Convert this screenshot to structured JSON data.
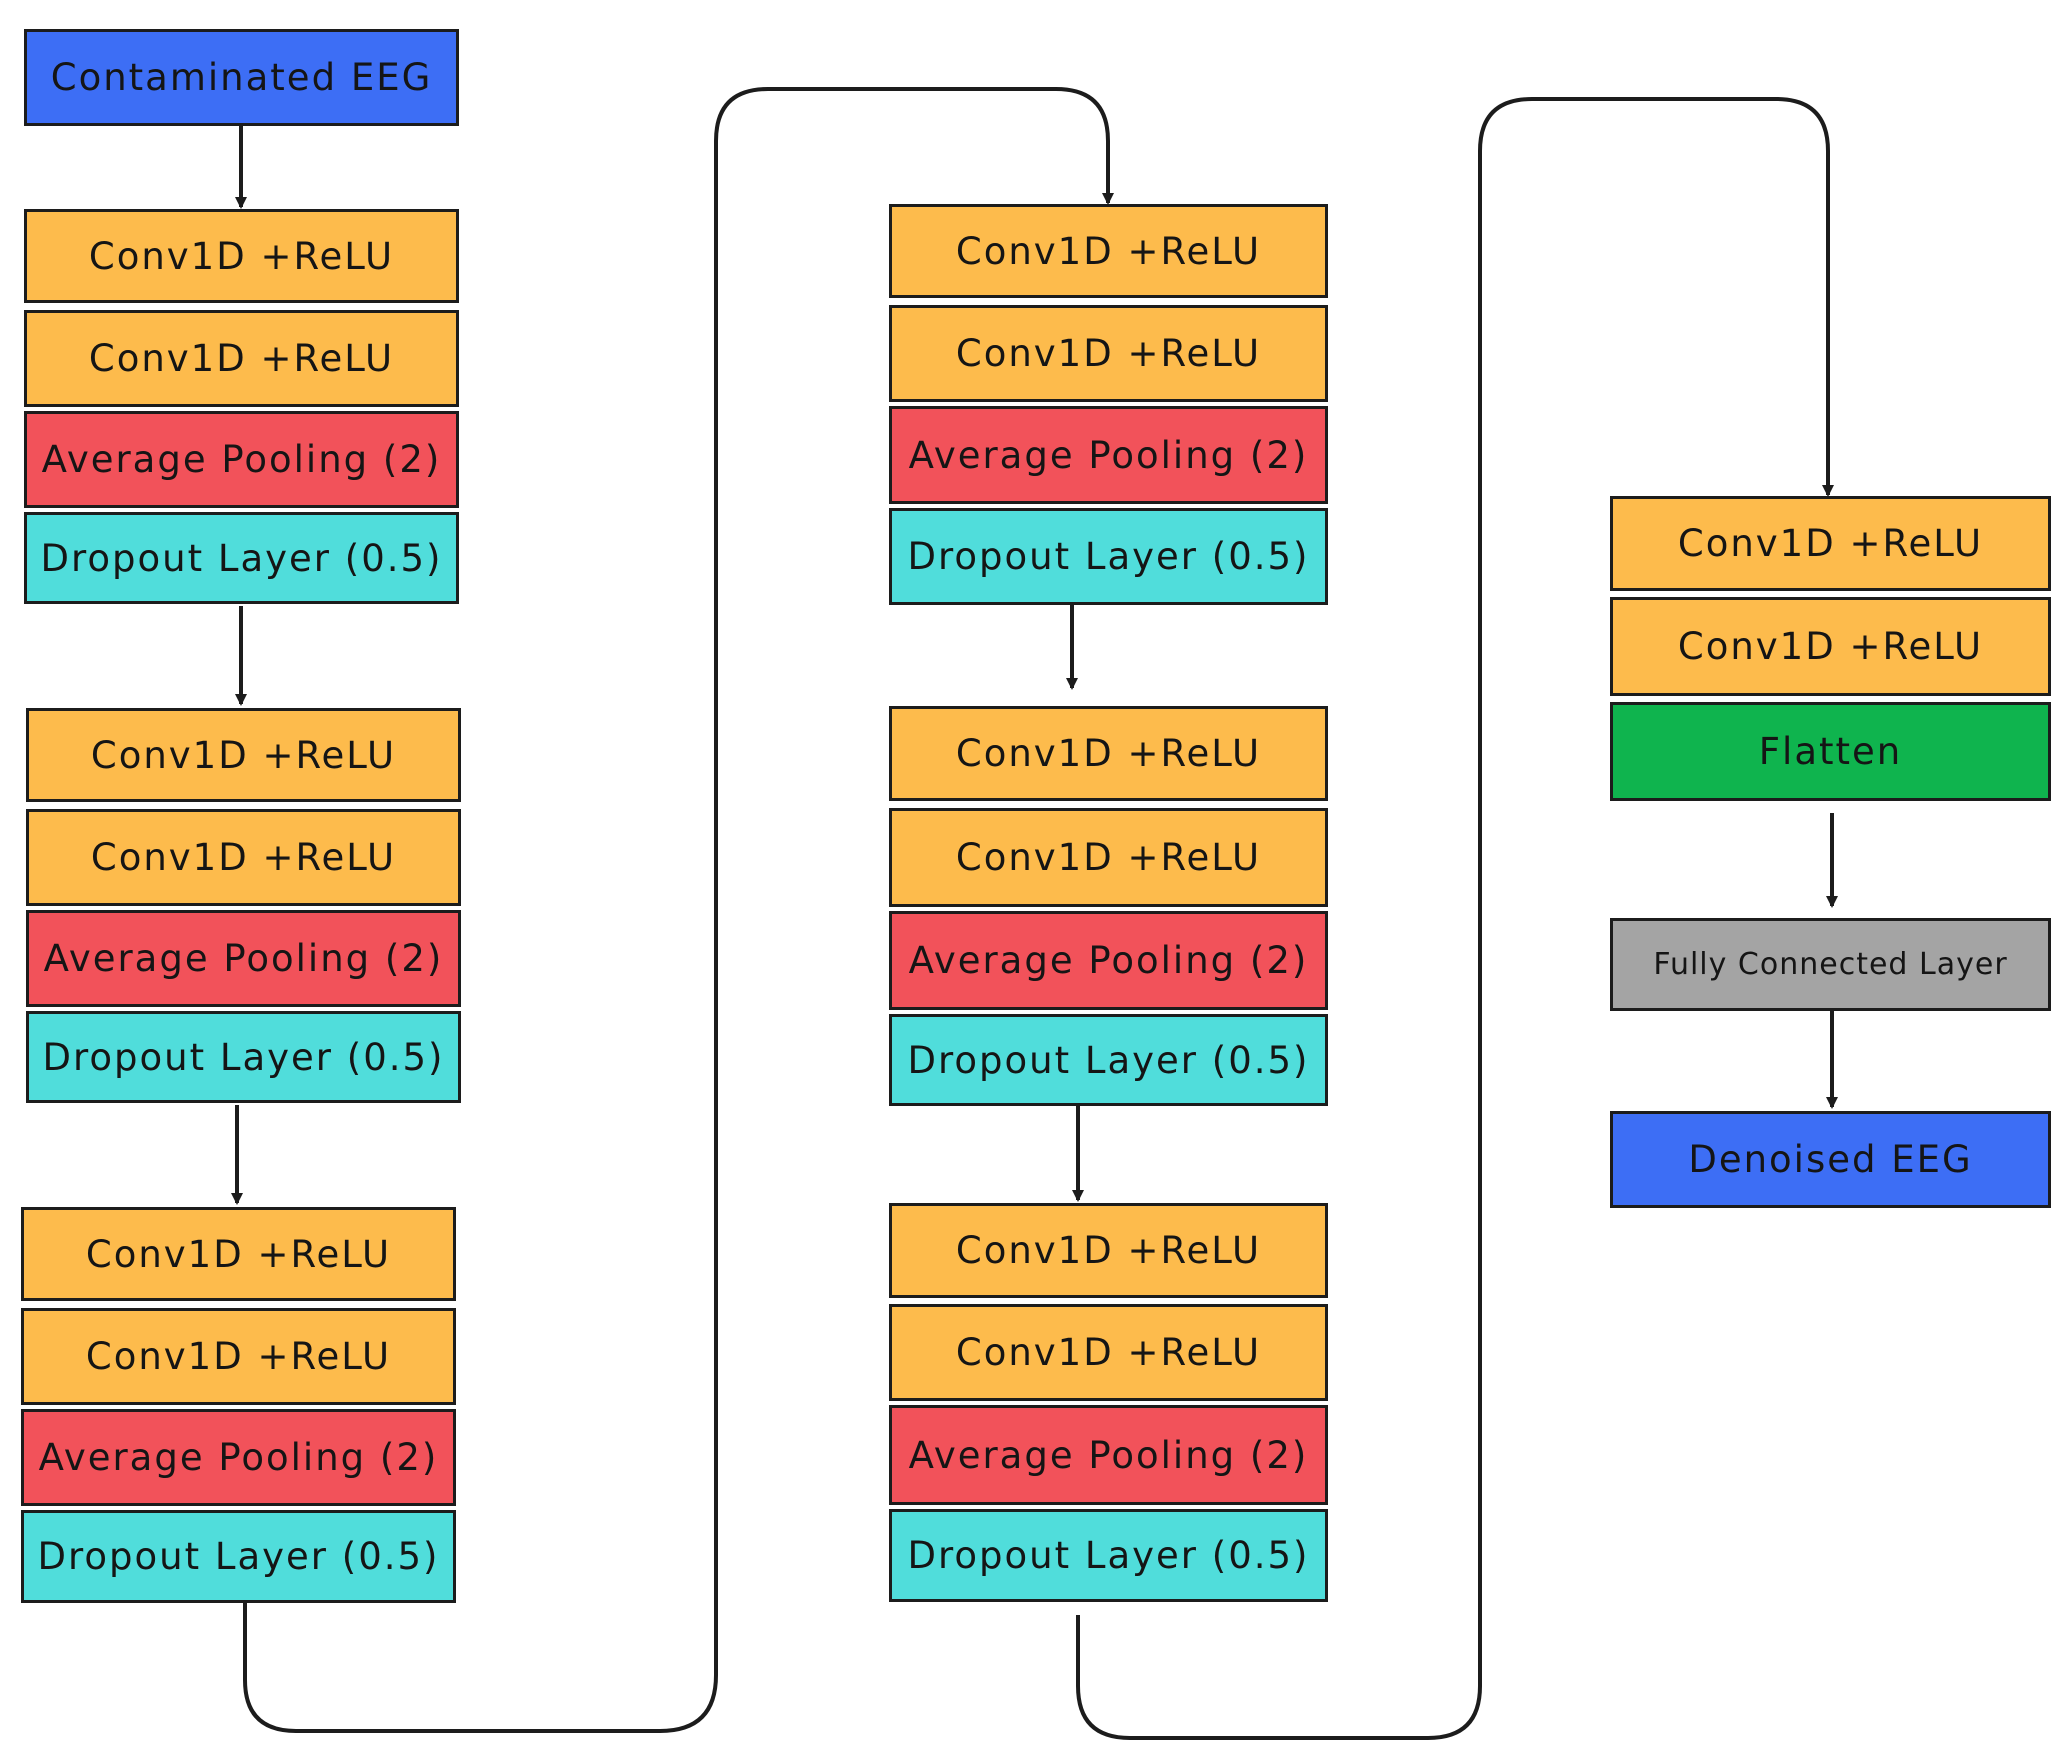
{
  "colors": {
    "io": "#3d6ef5",
    "conv": "#fdbb4c",
    "pool": "#f2525a",
    "dropout": "#50dddb",
    "flatten": "#0fb44e",
    "fc": "#a4a4a4",
    "line": "#1c1c1c"
  },
  "nodes": {
    "input": "Contaminated EEG",
    "c1_conv_a": "Conv1D +ReLU",
    "c1_conv_b": "Conv1D +ReLU",
    "c1_pool": "Average Pooling (2)",
    "c1_drop": "Dropout Layer (0.5)",
    "c2_conv_a": "Conv1D +ReLU",
    "c2_conv_b": "Conv1D +ReLU",
    "c2_pool": "Average Pooling (2)",
    "c2_drop": "Dropout Layer (0.5)",
    "c3_conv_a": "Conv1D +ReLU",
    "c3_conv_b": "Conv1D +ReLU",
    "c3_pool": "Average Pooling (2)",
    "c3_drop": "Dropout Layer (0.5)",
    "c4_conv_a": "Conv1D +ReLU",
    "c4_conv_b": "Conv1D +ReLU",
    "c4_pool": "Average Pooling (2)",
    "c4_drop": "Dropout Layer (0.5)",
    "c5_conv_a": "Conv1D +ReLU",
    "c5_conv_b": "Conv1D +ReLU",
    "c5_pool": "Average Pooling (2)",
    "c5_drop": "Dropout Layer (0.5)",
    "c6_conv_a": "Conv1D +ReLU",
    "c6_conv_b": "Conv1D +ReLU",
    "c6_pool": "Average Pooling (2)",
    "c6_drop": "Dropout Layer (0.5)",
    "f_conv_a": "Conv1D +ReLU",
    "f_conv_b": "Conv1D +ReLU",
    "flatten": "Flatten",
    "fc": "Fully Connected Layer",
    "output": "Denoised EEG"
  }
}
